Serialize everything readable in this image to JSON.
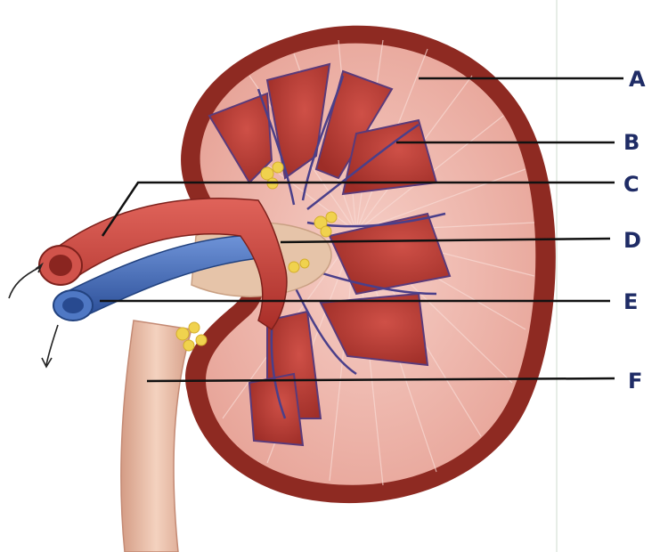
{
  "figure": {
    "colors": {
      "capsule": "#8e2a22",
      "cortex": "#efb7ad",
      "pyramid": "#b83b31",
      "artery": "#c8463f",
      "vein": "#3a62b1",
      "pelvis": "#e6c4a9",
      "ureter": "#e7b8a0",
      "fat": "#f0d24e",
      "label": "#1f2c66",
      "leader": "#111111"
    },
    "labels": [
      {
        "id": "A",
        "text": "A"
      },
      {
        "id": "B",
        "text": "B"
      },
      {
        "id": "C",
        "text": "C"
      },
      {
        "id": "D",
        "text": "D"
      },
      {
        "id": "E",
        "text": "E"
      },
      {
        "id": "F",
        "text": "F"
      }
    ]
  }
}
